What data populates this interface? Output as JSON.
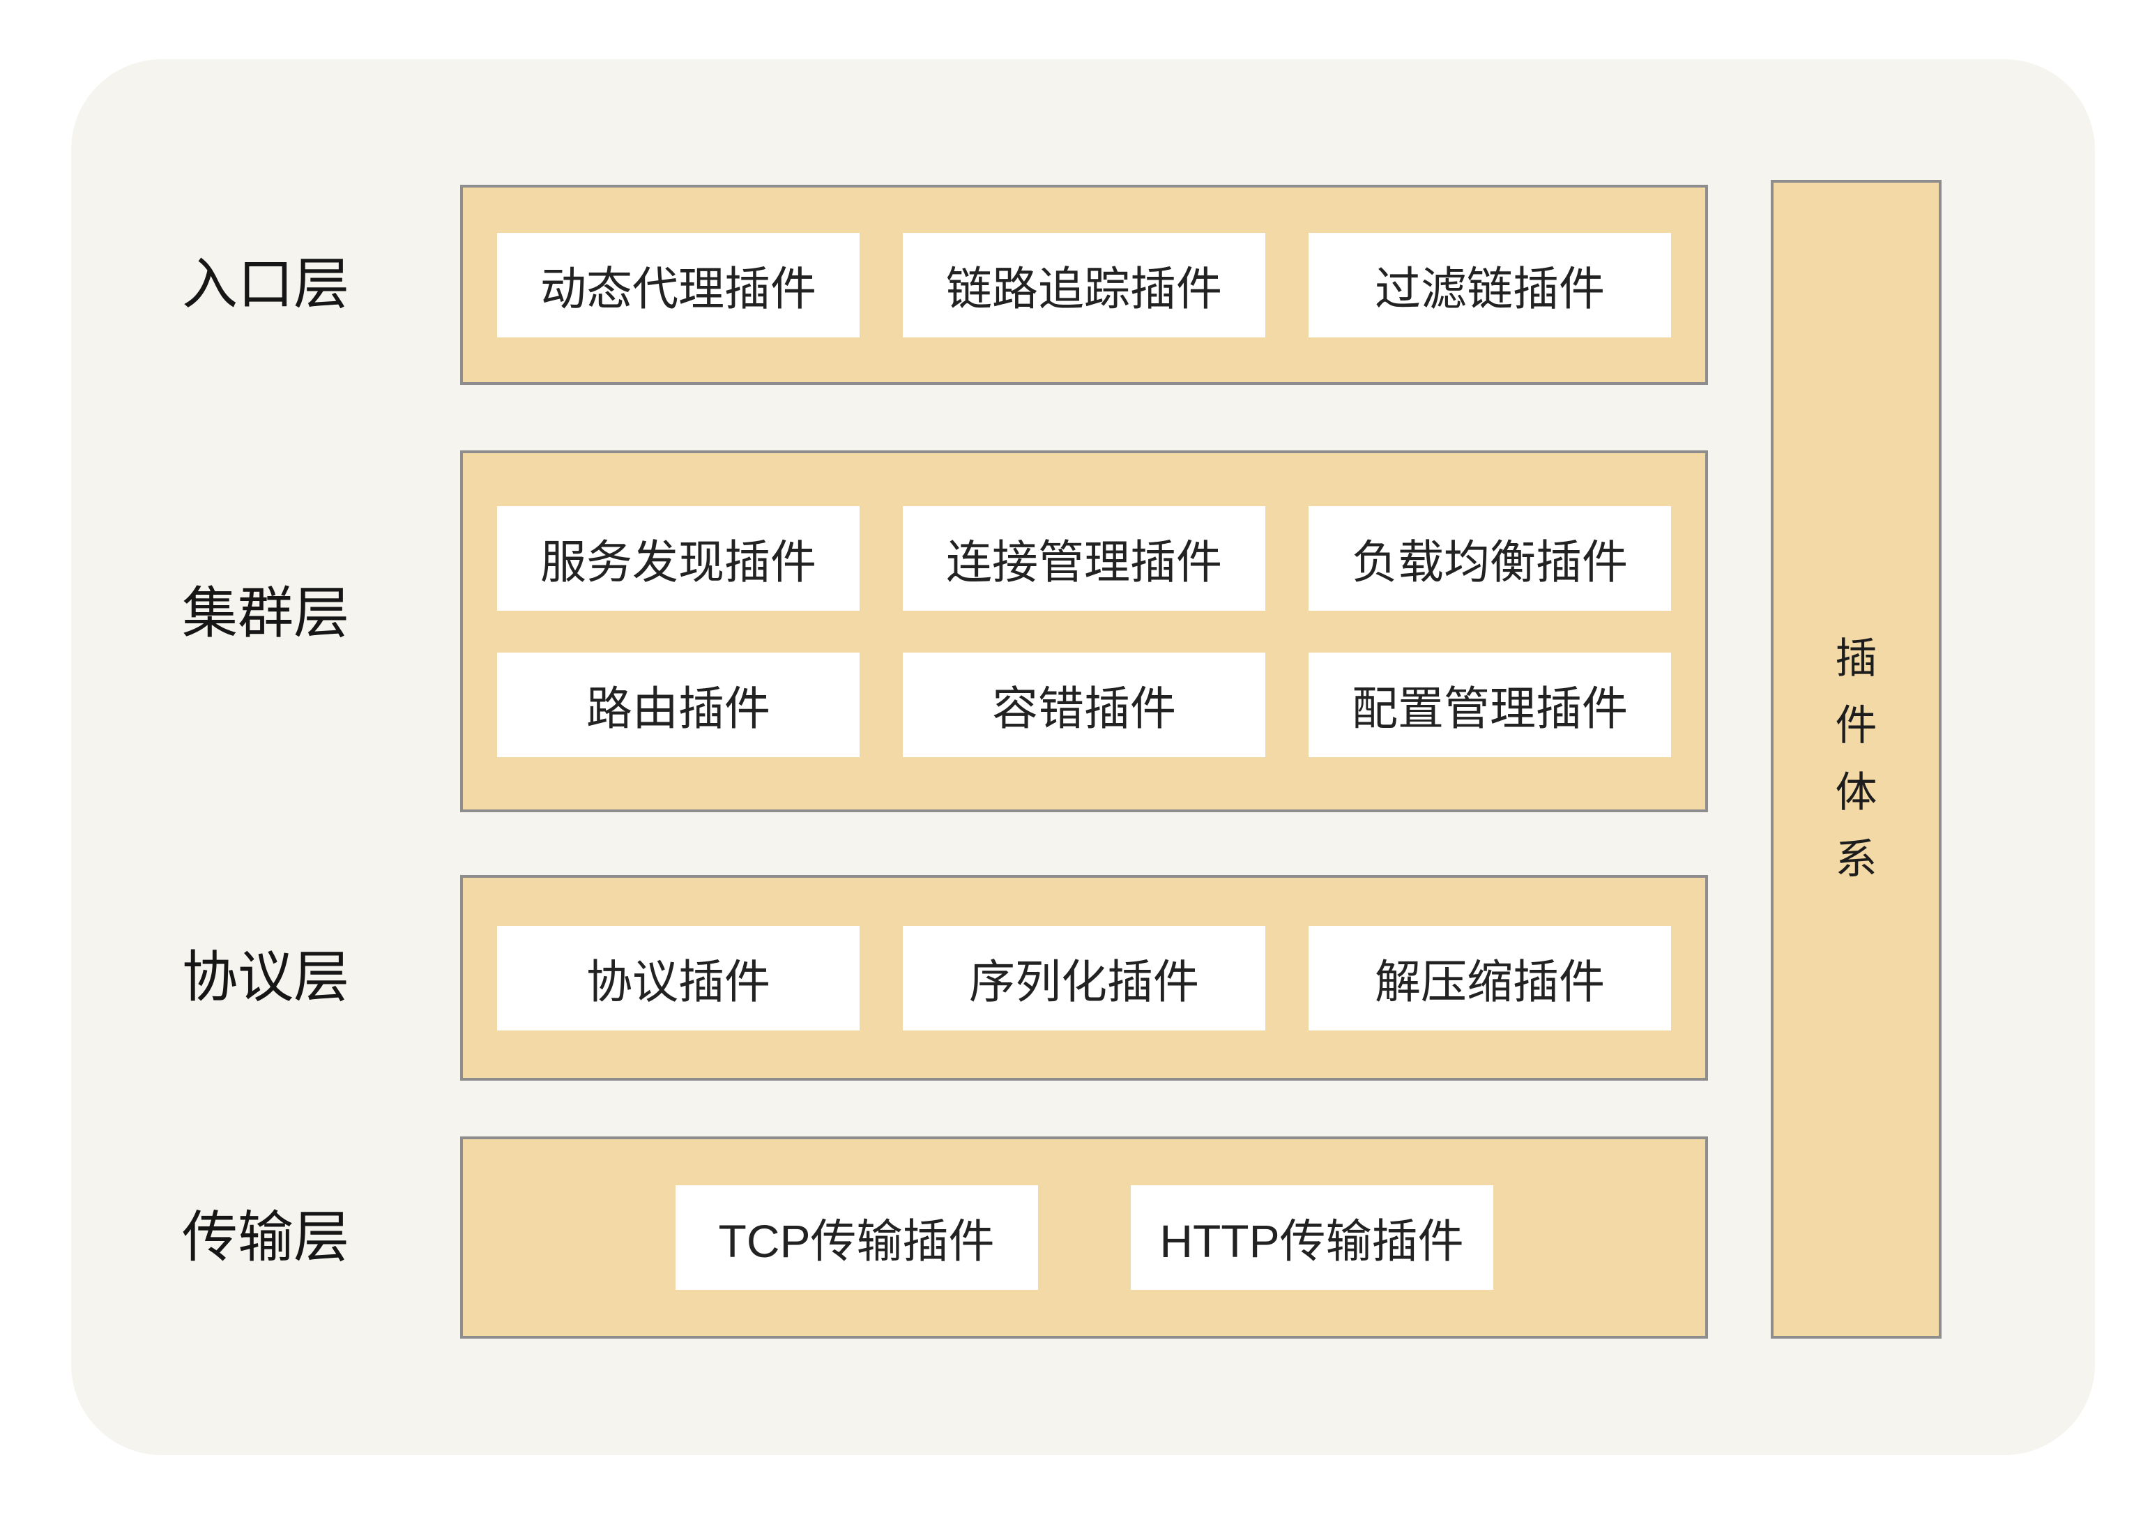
{
  "page": {
    "background": "#ffffff",
    "panel_bg": "#f5f4ef",
    "band_fill": "#f2d9a5",
    "band_border": "#8d8d8d",
    "box_bg": "#ffffff",
    "text_color": "#1d1d1d"
  },
  "layers": [
    {
      "id": "entry",
      "label": "入口层",
      "plugins": [
        [
          "动态代理插件",
          "链路追踪插件",
          "过滤链插件"
        ]
      ]
    },
    {
      "id": "cluster",
      "label": "集群层",
      "plugins": [
        [
          "服务发现插件",
          "连接管理插件",
          "负载均衡插件"
        ],
        [
          "路由插件",
          "容错插件",
          "配置管理插件"
        ]
      ]
    },
    {
      "id": "protocol",
      "label": "协议层",
      "plugins": [
        [
          "协议插件",
          "序列化插件",
          "解压缩插件"
        ]
      ]
    },
    {
      "id": "transport",
      "label": "传输层",
      "plugins": [
        [
          "TCP传输插件",
          "HTTP传输插件"
        ]
      ]
    }
  ],
  "sidebar": {
    "label": "插件体系",
    "chars": [
      "插",
      "件",
      "体",
      "系"
    ]
  }
}
